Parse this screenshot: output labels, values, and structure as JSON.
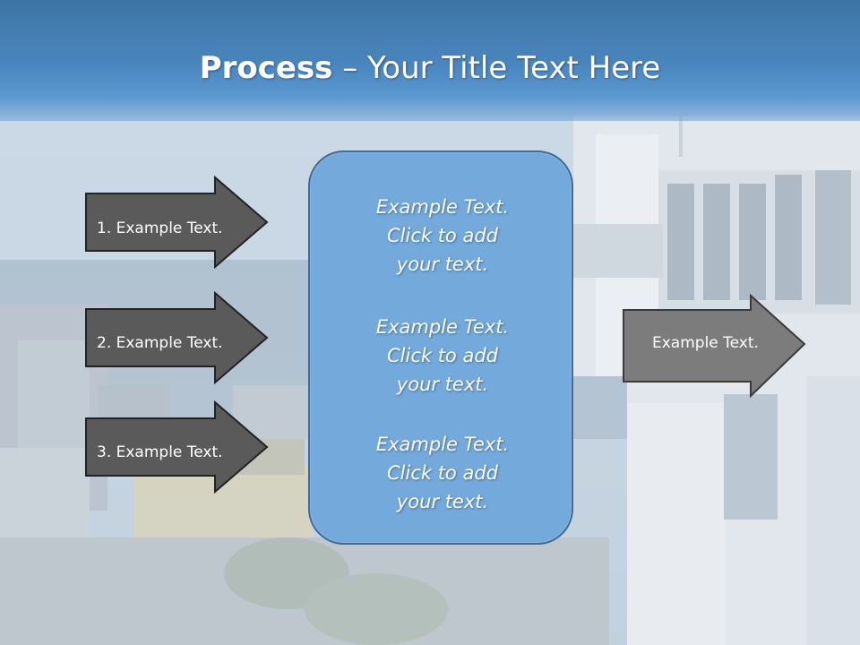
{
  "slide": {
    "title_bold": "Process",
    "title_rest": " – Your Title Text Here"
  },
  "left_arrows": [
    {
      "label": "1. Example Text."
    },
    {
      "label": "2. Example Text."
    },
    {
      "label": "3. Example Text."
    }
  ],
  "center_box": {
    "paragraphs": [
      {
        "line1": "Example Text.",
        "line2": "Click  to add",
        "line3": "your text."
      },
      {
        "line1": "Example Text.",
        "line2": "Click  to add",
        "line3": "your text."
      },
      {
        "line1": "Example Text.",
        "line2": "Click  to add",
        "line3": "your text."
      }
    ]
  },
  "right_arrow": {
    "label": "Example Text."
  },
  "colors": {
    "header": "#4a86bf",
    "left_arrow_fill": "#5a5a5a",
    "right_arrow_fill": "#7c7c7c",
    "center_box_fill": "#74a9dc"
  }
}
